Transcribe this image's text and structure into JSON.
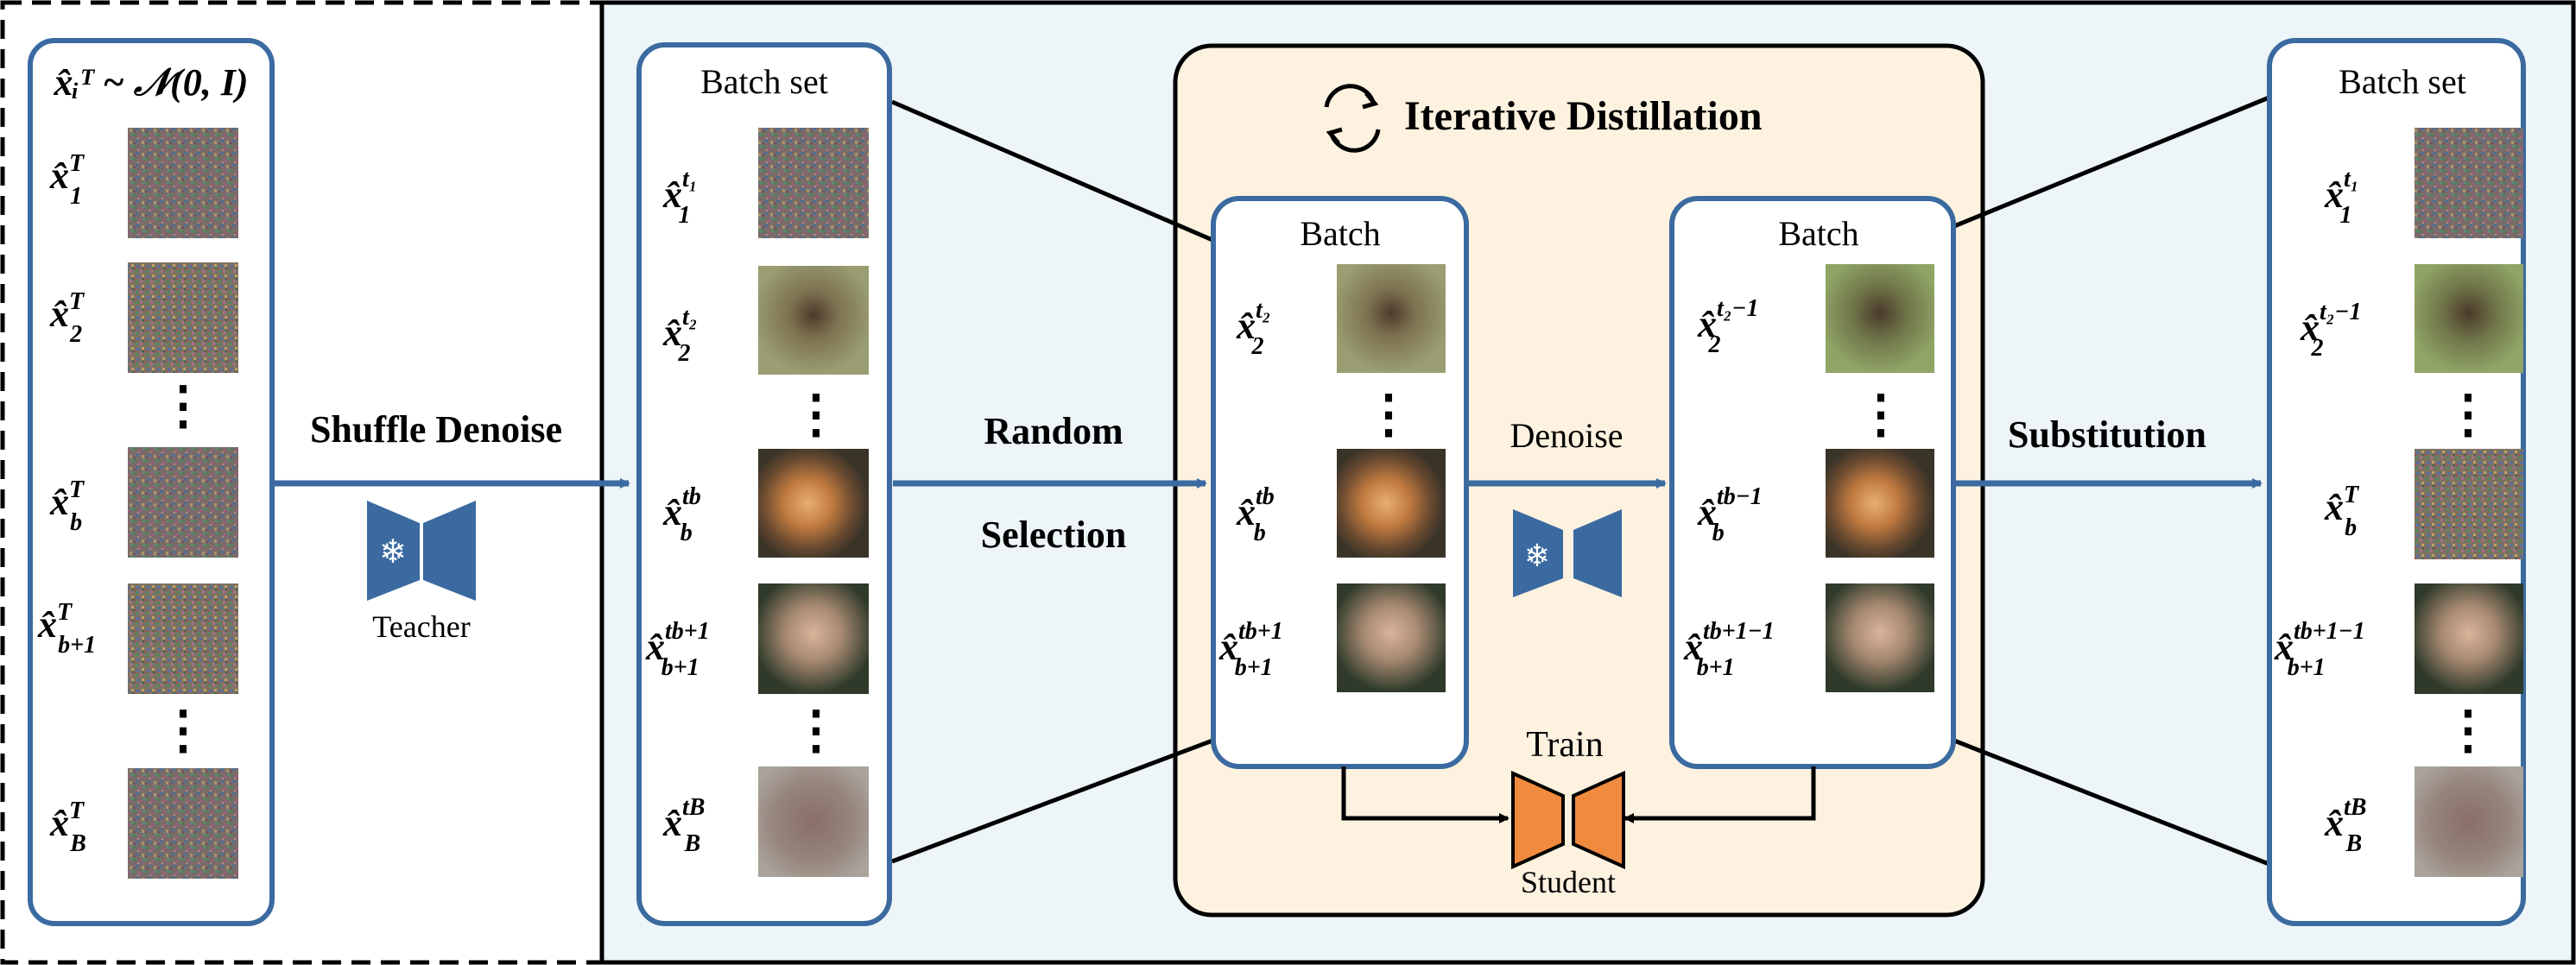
{
  "left_panel": {
    "header": "x̂ᵢᵀ ~ 𝒩(0, I)",
    "items": [
      {
        "base": "x̂",
        "sub": "1",
        "sup": "T"
      },
      {
        "base": "x̂",
        "sub": "2",
        "sup": "T"
      },
      {
        "ellipsis": "⋮"
      },
      {
        "base": "x̂",
        "sub": "b",
        "sup": "T"
      },
      {
        "base": "x̂",
        "sub": "b+1",
        "sup": "T"
      },
      {
        "ellipsis": "⋮"
      },
      {
        "base": "x̂",
        "sub": "B",
        "sup": "T"
      }
    ]
  },
  "arrow_labels": {
    "shuffle_denoise": "Shuffle Denoise",
    "teacher": "Teacher",
    "random": "Random",
    "selection": "Selection",
    "denoise": "Denoise",
    "substitution": "Substitution",
    "train": "Train",
    "student": "Student"
  },
  "batch_set_left": {
    "title": "Batch set",
    "items": [
      {
        "base": "x̂",
        "sub": "1",
        "sup": "t₁"
      },
      {
        "base": "x̂",
        "sub": "2",
        "sup": "t₂"
      },
      {
        "ellipsis": "⋮"
      },
      {
        "base": "x̂",
        "sub": "b",
        "sup": "t_b"
      },
      {
        "base": "x̂",
        "sub": "b+1",
        "sup": "t_{b+1}"
      },
      {
        "ellipsis": "⋮"
      },
      {
        "base": "x̂",
        "sub": "B",
        "sup": "t_B"
      }
    ]
  },
  "iterative": {
    "title": "Iterative Distillation"
  },
  "batch_a": {
    "title": "Batch",
    "items": [
      {
        "base": "x̂",
        "sub": "2",
        "sup": "t₂"
      },
      {
        "ellipsis": "⋮"
      },
      {
        "base": "x̂",
        "sub": "b",
        "sup": "t_b"
      },
      {
        "base": "x̂",
        "sub": "b+1",
        "sup": "t_{b+1}"
      }
    ]
  },
  "batch_b": {
    "title": "Batch",
    "items": [
      {
        "base": "x̂",
        "sub": "2",
        "sup": "t₂−1"
      },
      {
        "ellipsis": "⋮"
      },
      {
        "base": "x̂",
        "sub": "b",
        "sup": "t_b−1"
      },
      {
        "base": "x̂",
        "sub": "b+1",
        "sup": "t_{b+1}−1"
      }
    ]
  },
  "batch_set_right": {
    "title": "Batch set",
    "items": [
      {
        "base": "x̂",
        "sub": "1",
        "sup": "t₁"
      },
      {
        "base": "x̂",
        "sub": "2",
        "sup": "t₂−1"
      },
      {
        "ellipsis": "⋮"
      },
      {
        "base": "x̂",
        "sub": "b",
        "sup": "T"
      },
      {
        "base": "x̂",
        "sub": "b+1",
        "sup": "t_{b+1}−1"
      },
      {
        "ellipsis": "⋮"
      },
      {
        "base": "x̂",
        "sub": "B",
        "sup": "t_B"
      }
    ]
  },
  "colors": {
    "blue": "#3b6aa0",
    "light_blue_bg": "#edf5f8",
    "cream_bg": "#fdf2e0",
    "orange": "#ef8a3e",
    "black": "#000000"
  }
}
